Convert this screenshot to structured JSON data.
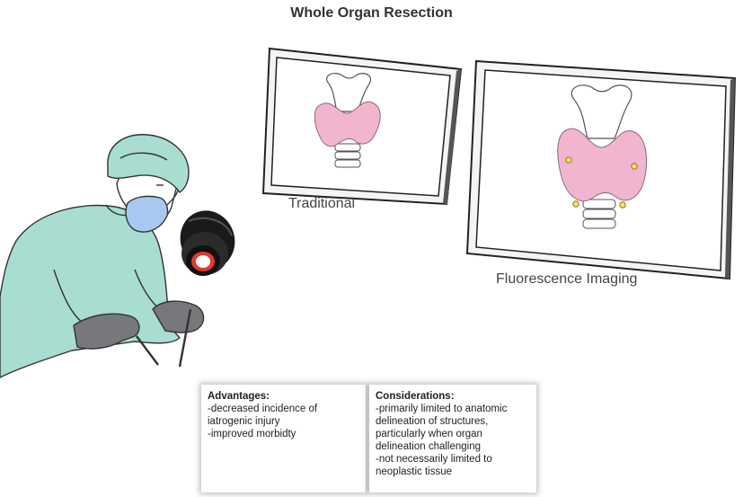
{
  "title": "Whole Organ Resection",
  "panels": {
    "traditional_label": "Traditional",
    "fluorescence_label": "Fluorescence Imaging"
  },
  "advantages": {
    "heading": "Advantages:",
    "lines": [
      "-decreased incidence of",
      "iatrogenic injury",
      "-improved morbidty"
    ]
  },
  "considerations": {
    "heading": "Considerations:",
    "lines": [
      "-primarily limited to anatomic",
      "delineation of structures,",
      "particularly when organ",
      "delineation challenging",
      "-not necessarily limited to",
      "neoplastic tissue"
    ]
  },
  "colors": {
    "scrubs": "#a9ddd2",
    "gloves": "#77787c",
    "thyroid": "#f2b5d0",
    "fluorescent_spot": "#f4e36b",
    "camera_ring": "#e23b2f"
  }
}
